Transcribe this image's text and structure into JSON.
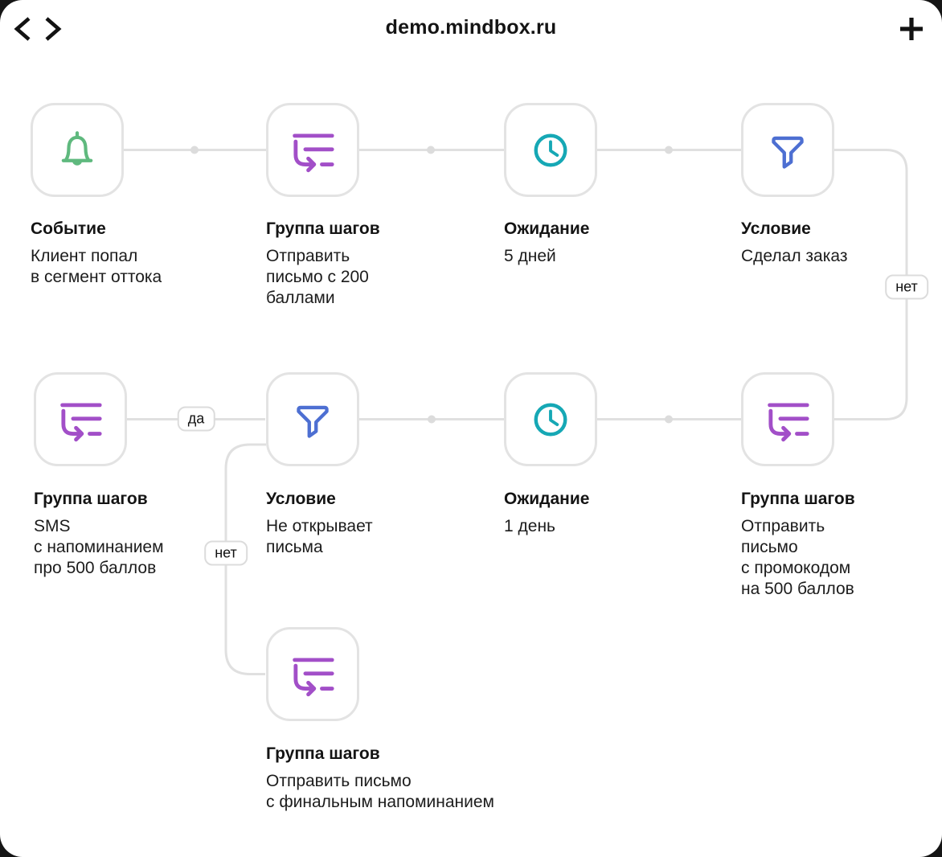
{
  "header": {
    "title": "demo.mindbox.ru"
  },
  "colors": {
    "ink": "#121212",
    "green": "#5fb97e",
    "purple": "#a24fc8",
    "teal": "#16a8b5",
    "blue": "#4d6fd2",
    "connector": "#e0e0e0",
    "dot": "#dcdcdc"
  },
  "badges": {
    "no_top": "нет",
    "yes": "да",
    "no_left": "нет"
  },
  "nodes": [
    {
      "title": "Событие",
      "subtitle": "Клиент попал\nв сегмент оттока",
      "icon": "bell-icon"
    },
    {
      "title": "Группа шагов",
      "subtitle": "Отправить\nписьмо с 200\nбаллами",
      "icon": "steps-icon"
    },
    {
      "title": "Ожидание",
      "subtitle": "5 дней",
      "icon": "clock-icon"
    },
    {
      "title": "Условие",
      "subtitle": "Сделал заказ",
      "icon": "funnel-icon"
    },
    {
      "title": "Группа шагов",
      "subtitle": "SMS\nс напоминанием\nпро 500 баллов",
      "icon": "steps-icon"
    },
    {
      "title": "Условие",
      "subtitle": "Не открывает\nписьма",
      "icon": "funnel-icon"
    },
    {
      "title": "Ожидание",
      "subtitle": "1 день",
      "icon": "clock-icon"
    },
    {
      "title": "Группа шагов",
      "subtitle": "Отправить\nписьмо\nс промокодом\nна 500 баллов",
      "icon": "steps-icon"
    },
    {
      "title": "Группа шагов",
      "subtitle": "Отправить письмо\nс финальным напоминанием",
      "icon": "steps-icon"
    }
  ]
}
